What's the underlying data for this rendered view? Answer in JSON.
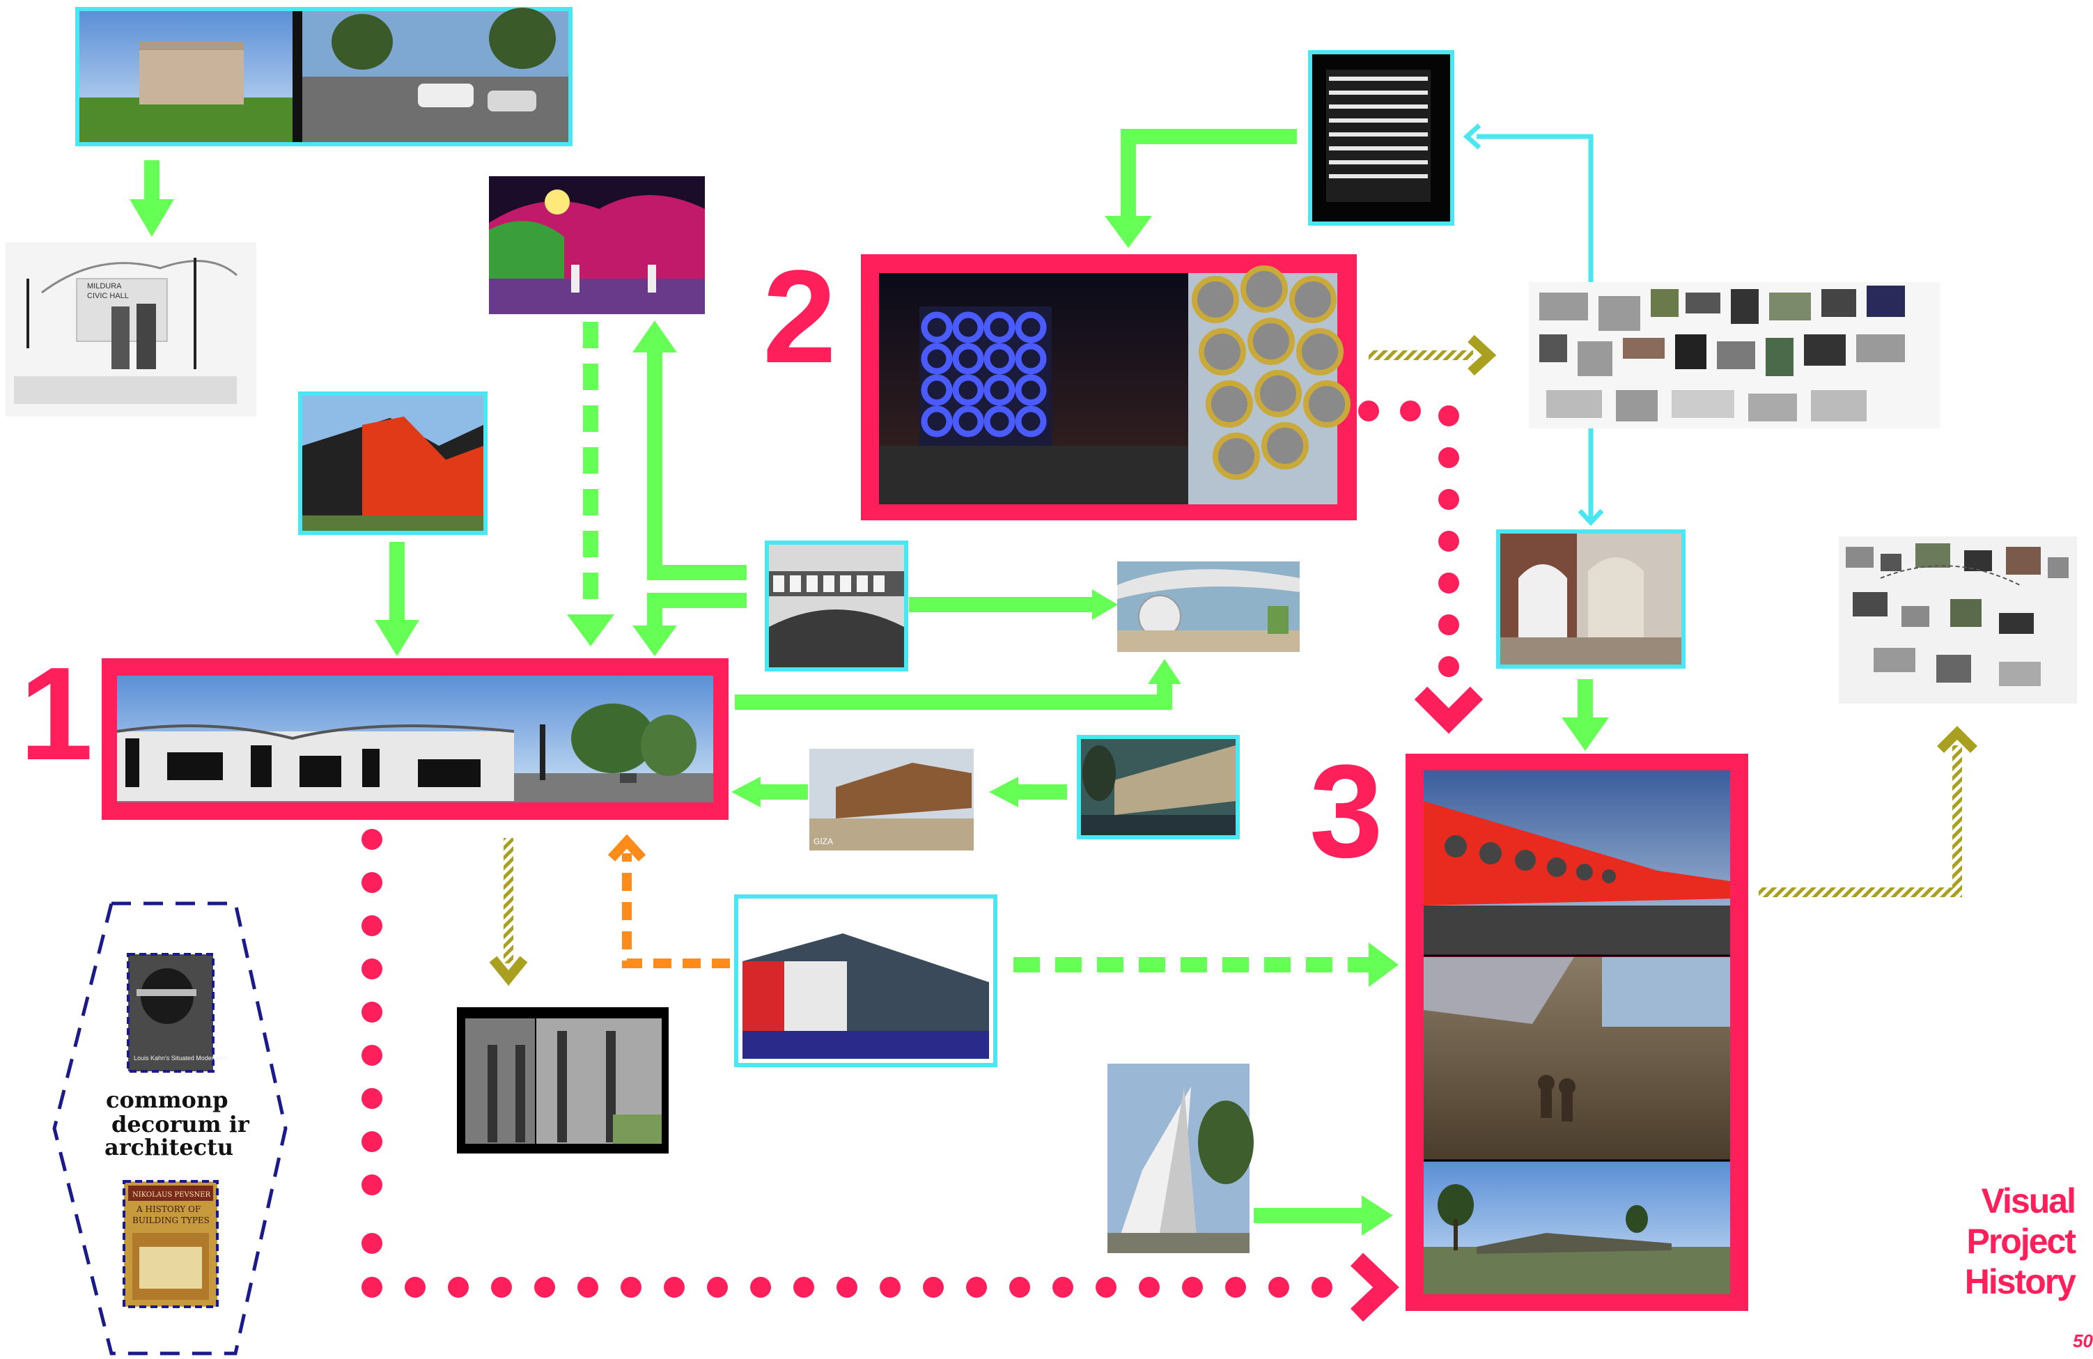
{
  "stage_numbers": [
    "1",
    "2",
    "3"
  ],
  "images": {
    "civic_hall_photo": "photo",
    "civic_hall_drawing_label_line1": "MILDURA",
    "civic_hall_drawing_label_line2": "CIVIC HALL",
    "giza_label": "GIZA",
    "book_1_title": "Louis Kahn's Situated Modernism",
    "book_2_author": "NIKOLAUS PEVSNER",
    "book_2_title_line1": "A HISTORY OF",
    "book_2_title_line2": "BUILDING TYPES"
  },
  "book_quote": {
    "line1": "commonp",
    "line2": "decorum ir",
    "line3": "architectu"
  },
  "title": {
    "line1": "Visual",
    "line2": "Project",
    "line3": "History"
  },
  "page_number": "50",
  "colors": {
    "stage_frame": "#ff1f5a",
    "photo_frame": "#4ae6f2",
    "green_arrow": "#66ff55",
    "olive_arrow": "#a8a01e",
    "orange_arrow": "#ff8c1a",
    "cyan_arrow": "#4ae6f2",
    "book_outline": "#1a1a8c"
  }
}
